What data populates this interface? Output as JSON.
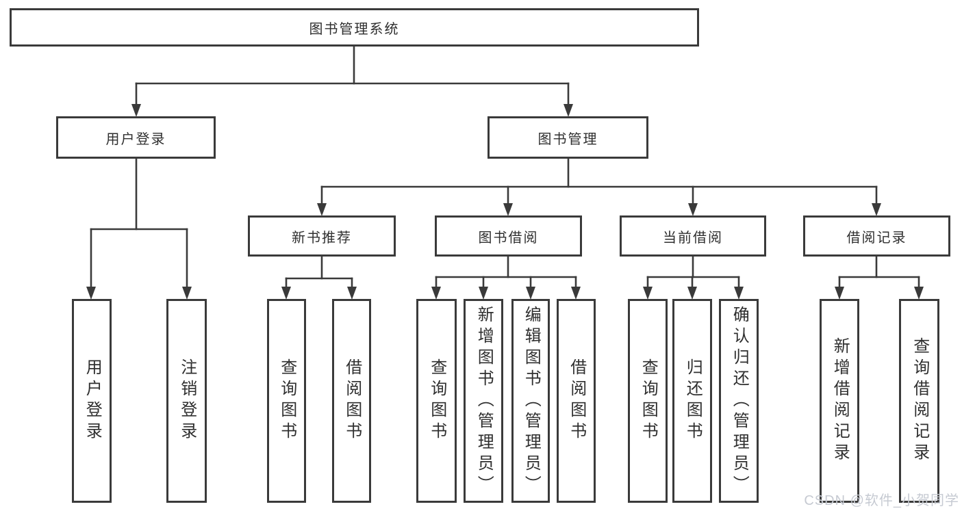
{
  "diagram": {
    "root": {
      "label": "图书管理系统"
    },
    "branches": [
      {
        "label": "用户登录",
        "children": [
          {
            "label": "用户登录"
          },
          {
            "label": "注销登录"
          }
        ]
      },
      {
        "label": "图书管理",
        "children": [
          {
            "label": "新书推荐",
            "children": [
              {
                "label": "查询图书"
              },
              {
                "label": "借阅图书"
              }
            ]
          },
          {
            "label": "图书借阅",
            "children": [
              {
                "label": "查询图书"
              },
              {
                "label": "新增图书（管理员）"
              },
              {
                "label": "编辑图书（管理员）"
              },
              {
                "label": "借阅图书"
              }
            ]
          },
          {
            "label": "当前借阅",
            "children": [
              {
                "label": "查询图书"
              },
              {
                "label": "归还图书"
              },
              {
                "label": "确认归还（管理员）"
              }
            ]
          },
          {
            "label": "借阅记录",
            "children": [
              {
                "label": "新增借阅记录"
              },
              {
                "label": "查询借阅记录"
              }
            ]
          }
        ]
      }
    ]
  },
  "watermark": {
    "text": "CSDN @软件_小贺同学"
  },
  "colors": {
    "line": "#3a3a3a",
    "text": "#2f2f2f",
    "watermark": "#c6cad2",
    "background": "#ffffff"
  }
}
